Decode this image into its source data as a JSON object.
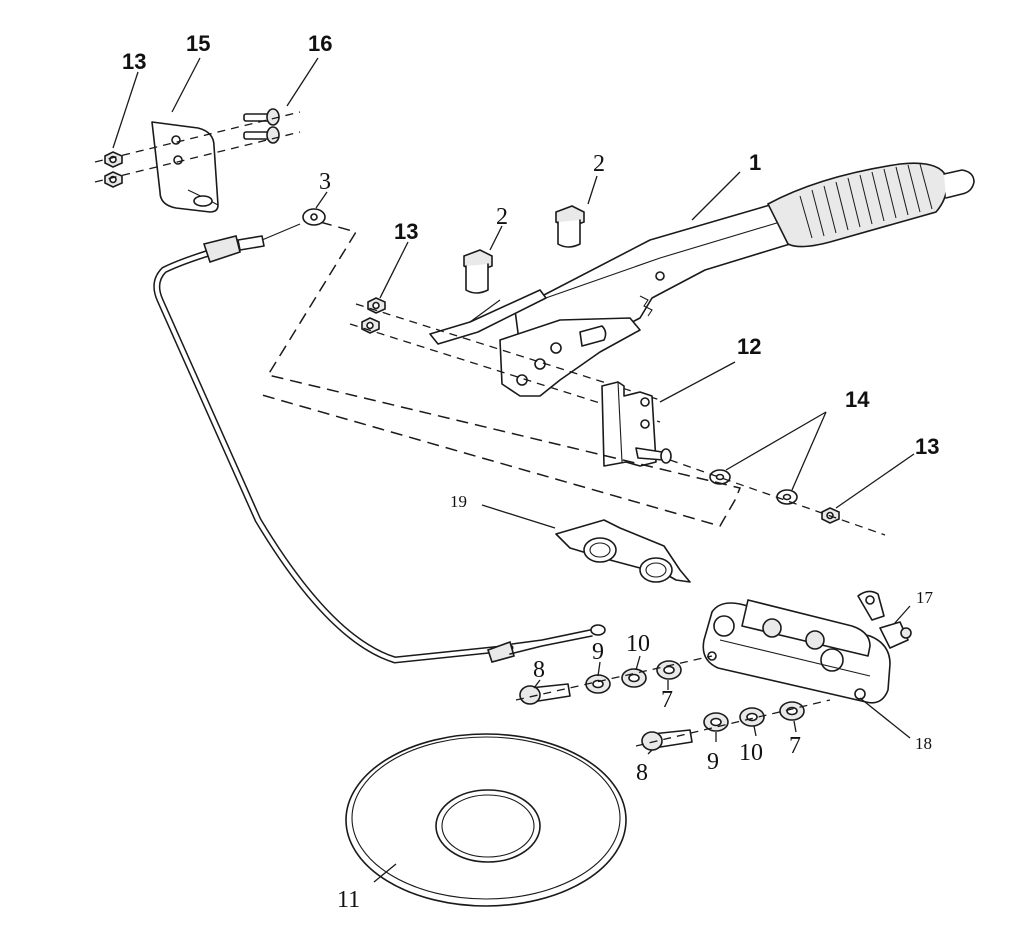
{
  "callouts": {
    "c1": "1",
    "c2a": "2",
    "c2b": "2",
    "c3": "3",
    "c7a": "7",
    "c7b": "7",
    "c8a": "8",
    "c8b": "8",
    "c9a": "9",
    "c9b": "9",
    "c10a": "10",
    "c10b": "10",
    "c11": "11",
    "c12": "12",
    "c13a": "13",
    "c13b": "13",
    "c13c": "13",
    "c14": "14",
    "c15": "15",
    "c16": "16",
    "c17": "17",
    "c18": "18",
    "c19": "19"
  }
}
